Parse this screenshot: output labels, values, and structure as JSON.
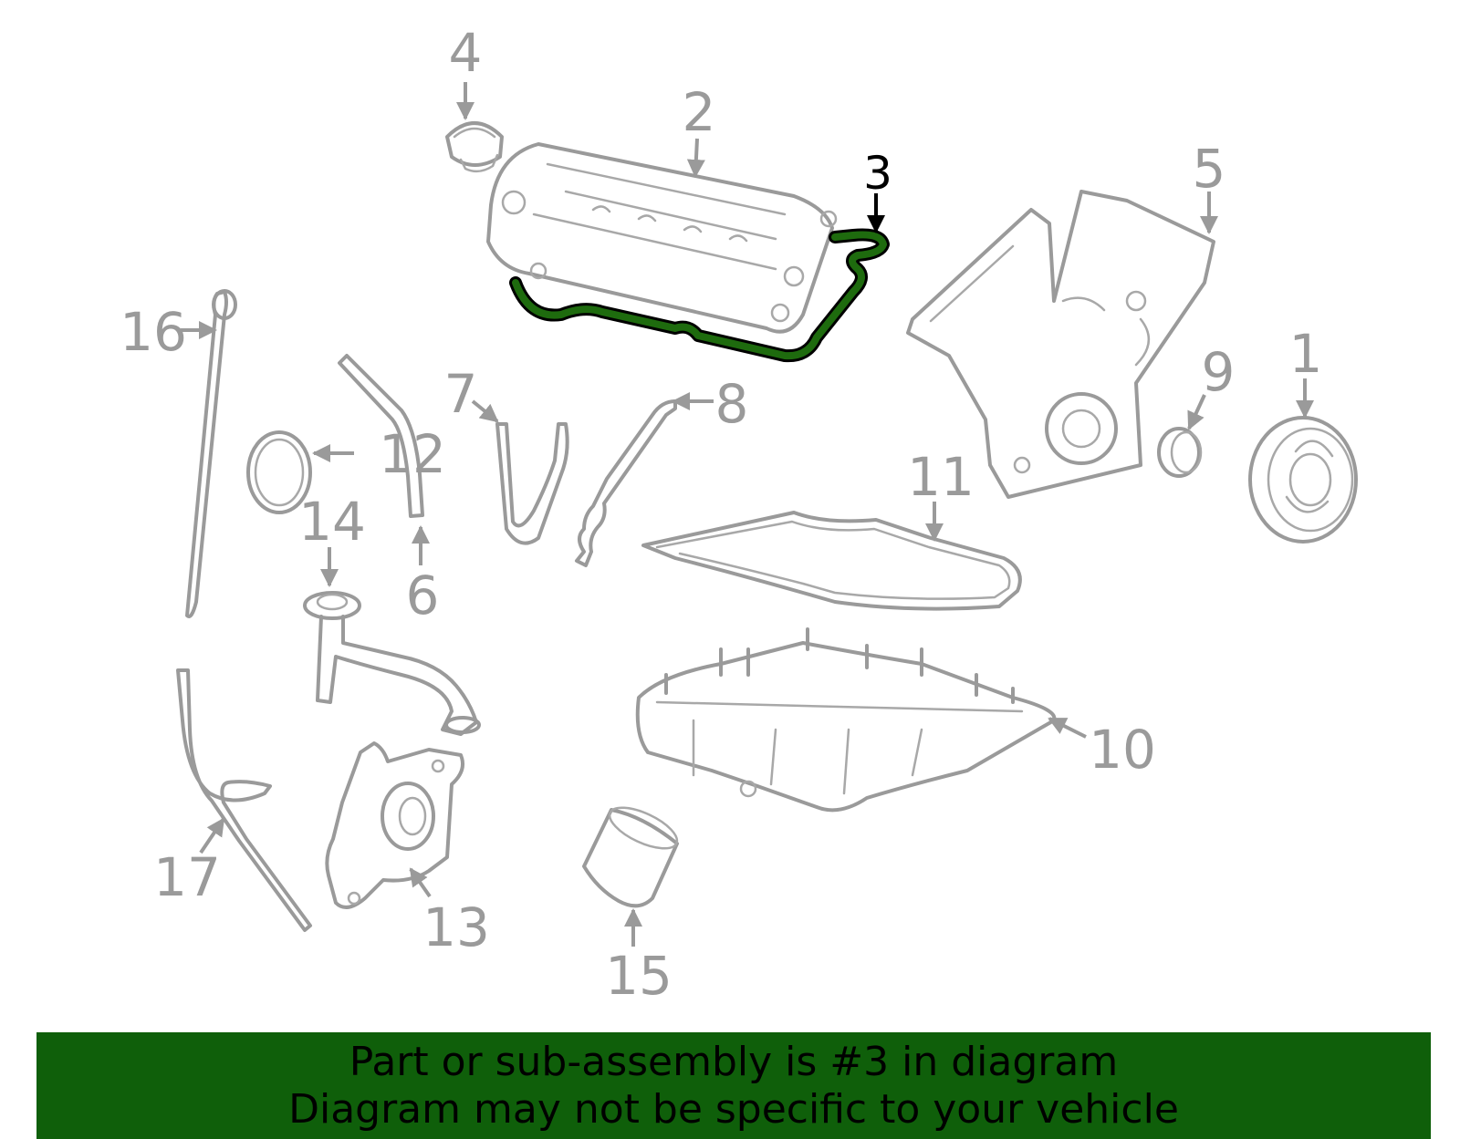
{
  "callouts": {
    "c1": "1",
    "c2": "2",
    "c3": "3",
    "c4": "4",
    "c5": "5",
    "c6": "6",
    "c7": "7",
    "c8": "8",
    "c9": "9",
    "c10": "10",
    "c11": "11",
    "c12": "12",
    "c13": "13",
    "c14": "14",
    "c15": "15",
    "c16": "16",
    "c17": "17"
  },
  "colors": {
    "highlight_part": "#1e6b0e",
    "banner_background": "#0f5f0a",
    "outline": "#9a9a9a"
  },
  "banner": {
    "line1": "Part or sub-assembly is #3 in diagram",
    "line2": "Diagram may not be specific to your vehicle"
  }
}
